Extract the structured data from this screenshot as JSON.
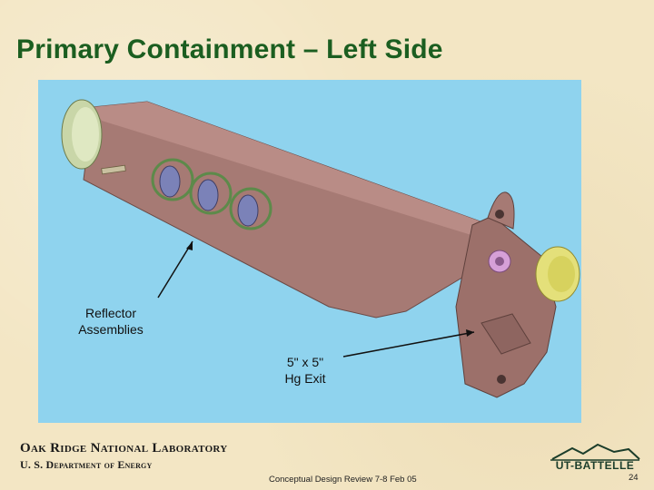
{
  "slide": {
    "title": "Primary Containment – Left Side"
  },
  "figure": {
    "background_color": "#8fd3ee",
    "component_color": "#a67a74",
    "annotations": {
      "reflector_line1": "Reflector",
      "reflector_line2": "Assemblies",
      "exit_line1": "5\" x 5\"",
      "exit_line2": "Hg Exit"
    }
  },
  "footer": {
    "org_name": "Oak Ridge National Laboratory",
    "org_department": "U. S. Department of Energy",
    "review_text": "Conceptual Design Review 7-8 Feb 05",
    "page_number": "24",
    "logo_text": "UT-BATTELLE"
  }
}
